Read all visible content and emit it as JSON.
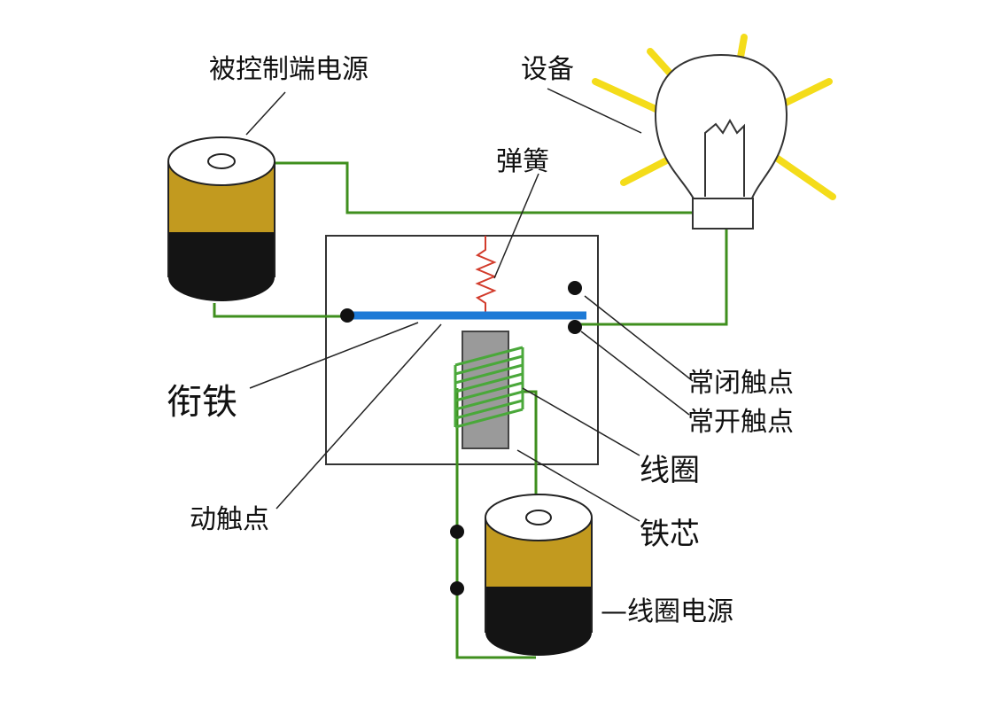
{
  "labels": {
    "controlled_power": "被控制端电源",
    "device": "设备",
    "spring": "弹簧",
    "armature": "衔铁",
    "nc_contact": "常闭触点",
    "no_contact": "常开触点",
    "coil": "线圈",
    "iron_core": "铁芯",
    "moving_contact": "动触点",
    "coil_power": "—线圈电源"
  },
  "colors": {
    "wire": "#3f8f1e",
    "armature": "#1e7ad6",
    "spring": "#d23b2b",
    "coil": "#4aa83a",
    "core": "#9a9a9a",
    "battery_top": "#c29a1f",
    "battery_bottom": "#141414",
    "lamp_rays": "#f4dc1a",
    "outline": "#333333"
  }
}
